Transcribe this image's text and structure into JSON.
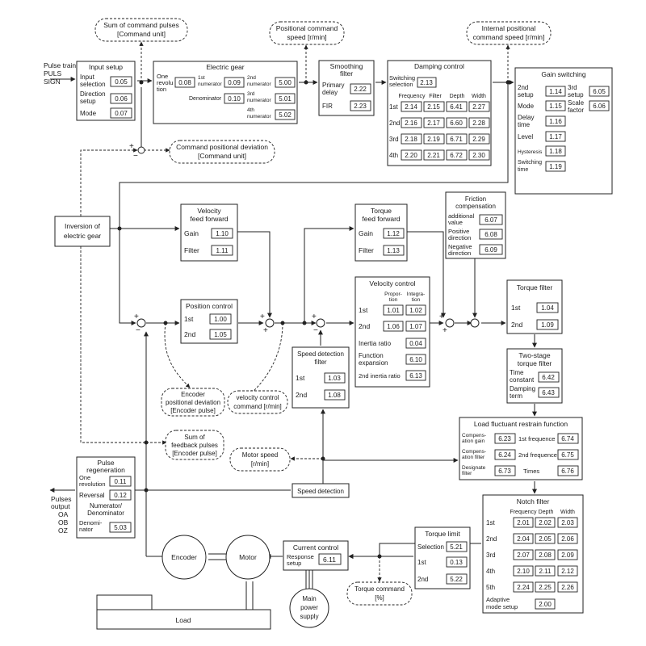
{
  "labels": {
    "pulse_train": "Pulse train",
    "puls": "PULS",
    "sign": "SIGN",
    "sum_cmd_pulses_1": "Sum of command pulses",
    "sum_cmd_pulses_2": "[Command unit]",
    "pos_cmd_speed_1": "Positional command",
    "pos_cmd_speed_2": "speed [r/min]",
    "int_pos_cmd_speed_1": "Internal positional",
    "int_pos_cmd_speed_2": "command speed [r/min]",
    "cmd_pos_dev_1": "Command positional deviation",
    "cmd_pos_dev_2": "[Command unit]",
    "encoder_pos_dev_1": "Encoder",
    "encoder_pos_dev_2": "positional deviation",
    "encoder_pos_dev_3": "[Encoder pulse]",
    "vel_ctrl_cmd_1": "velocity control",
    "vel_ctrl_cmd_2": "command [r/min]",
    "sum_fb_pulses_1": "Sum of",
    "sum_fb_pulses_2": "feedback pulses",
    "sum_fb_pulses_3": "[Encoder pulse]",
    "motor_speed_1": "Motor speed",
    "motor_speed_2": "[r/min]",
    "torque_cmd_1": "Torque command",
    "torque_cmd_2": "[%]",
    "pulses_output_1": "Pulses",
    "pulses_output_2": "output",
    "oa": "OA",
    "ob": "OB",
    "oz": "OZ",
    "plus": "+",
    "minus": "−"
  },
  "input_setup": {
    "title": "Input setup",
    "input_1": "Input",
    "input_2": "selection",
    "input_val": "0.05",
    "dir_1": "Direction",
    "dir_2": "setup",
    "dir_val": "0.06",
    "mode": "Mode",
    "mode_val": "0.07"
  },
  "electric_gear": {
    "title": "Electric gear",
    "one_rev_1": "One",
    "one_rev_2": "revolu",
    "one_rev_3": "tion",
    "one_rev_val": "0.08",
    "n1_1": "1st",
    "n1_2": "numerator",
    "n1_val": "0.09",
    "n2_1": "2nd",
    "n2_2": "numerator",
    "n2_val": "5.00",
    "denom": "Denominator",
    "denom_val": "0.10",
    "n3_1": "3rd",
    "n3_2": "numerator",
    "n3_val": "5.01",
    "n4_1": "4th",
    "n4_2": "numerator",
    "n4_val": "5.02"
  },
  "smoothing": {
    "title_1": "Smoothing",
    "title_2": "filter",
    "primary_1": "Primary",
    "primary_2": "delay",
    "primary_val": "2.22",
    "fir": "FIR",
    "fir_val": "2.23"
  },
  "damping": {
    "title": "Damping control",
    "switch_1": "Switching",
    "switch_2": "selection",
    "switch_val": "2.13",
    "h_freq": "Frequency",
    "h_filter": "Filter",
    "h_depth": "Depth",
    "h_width": "Width",
    "rows": [
      {
        "label": "1st",
        "v": [
          "2.14",
          "2.15",
          "6.41",
          "2.27"
        ]
      },
      {
        "label": "2nd",
        "v": [
          "2.16",
          "2.17",
          "6.60",
          "2.28"
        ]
      },
      {
        "label": "3rd",
        "v": [
          "2.18",
          "2.19",
          "6.71",
          "2.29"
        ]
      },
      {
        "label": "4th",
        "v": [
          "2.20",
          "2.21",
          "6.72",
          "2.30"
        ]
      }
    ]
  },
  "gain_switching": {
    "title": "Gain switching",
    "s2_1": "2nd",
    "s2_2": "setup",
    "s2_val": "1.14",
    "s3_1": "3rd",
    "s3_2": "setup",
    "s3_val": "6.05",
    "mode": "Mode",
    "mode_val": "1.15",
    "scale_1": "Scale",
    "scale_2": "factor",
    "scale_val": "6.06",
    "delay_1": "Delay",
    "delay_2": "time",
    "delay_val": "1.16",
    "level": "Level",
    "level_val": "1.17",
    "hyst": "Hysteresis",
    "hyst_val": "1.18",
    "swt_1": "Switching",
    "swt_2": "time",
    "swt_val": "1.19"
  },
  "inversion": {
    "l1": "Inversion of",
    "l2": "electric gear"
  },
  "vel_ff": {
    "t1": "Velocity",
    "t2": "feed forward",
    "gain": "Gain",
    "gain_val": "1.10",
    "filter": "Filter",
    "filter_val": "1.11"
  },
  "torque_ff": {
    "t1": "Torque",
    "t2": "feed forward",
    "gain": "Gain",
    "gain_val": "1.12",
    "filter": "Filter",
    "filter_val": "1.13"
  },
  "friction": {
    "t1": "Friction",
    "t2": "compensation",
    "add_1": "additional",
    "add_2": "value",
    "add_val": "6.07",
    "pos_1": "Positive",
    "pos_2": "direction",
    "pos_val": "6.08",
    "neg_1": "Negative",
    "neg_2": "direction",
    "neg_val": "6.09"
  },
  "velocity_control": {
    "title": "Velocity control",
    "prop_1": "Propor-",
    "prop_2": "tion",
    "integ_1": "Integra-",
    "integ_2": "tion",
    "r1": "1st",
    "r1_p": "1.01",
    "r1_i": "1.02",
    "r2": "2nd",
    "r2_p": "1.06",
    "r2_i": "1.07",
    "inertia": "Inertia ratio",
    "inertia_val": "0.04",
    "func_1": "Function",
    "func_2": "expansion",
    "func_val": "6.10",
    "inertia2": "2nd inertia ratio",
    "inertia2_val": "6.13"
  },
  "position_control": {
    "title": "Position control",
    "r1": "1st",
    "r1_val": "1.00",
    "r2": "2nd",
    "r2_val": "1.05"
  },
  "speed_det_filter": {
    "t1": "Speed detection",
    "t2": "filter",
    "r1": "1st",
    "r1_val": "1.03",
    "r2": "2nd",
    "r2_val": "1.08"
  },
  "torque_filter": {
    "title": "Torque filter",
    "r1": "1st",
    "r1_val": "1.04",
    "r2": "2nd",
    "r2_val": "1.09"
  },
  "two_stage": {
    "t1": "Two-stage",
    "t2": "torque filter",
    "tc_1": "Time",
    "tc_2": "constant",
    "tc_val": "6.42",
    "damp_1": "Damping",
    "damp_2": "term",
    "damp_val": "6.43"
  },
  "load_fluct": {
    "title": "Load fluctuant restrain function",
    "cg_1": "Compens-",
    "cg_2": "ation gain",
    "cg_val": "6.23",
    "f1": "1st frequence",
    "f1_val": "6.74",
    "cf_1": "Compens-",
    "cf_2": "ation filter",
    "cf_val": "6.24",
    "f2": "2nd frequence",
    "f2_val": "6.75",
    "df_1": "Designate",
    "df_2": "filter",
    "df_val": "6.73",
    "times": "Times",
    "times_val": "6.76"
  },
  "notch": {
    "title": "Notch filter",
    "h_freq": "Frequency",
    "h_depth": "Depth",
    "h_width": "Width",
    "rows": [
      {
        "label": "1st",
        "v": [
          "2.01",
          "2.02",
          "2.03"
        ]
      },
      {
        "label": "2nd",
        "v": [
          "2.04",
          "2.05",
          "2.06"
        ]
      },
      {
        "label": "3rd",
        "v": [
          "2.07",
          "2.08",
          "2.09"
        ]
      },
      {
        "label": "4th",
        "v": [
          "2.10",
          "2.11",
          "2.12"
        ]
      },
      {
        "label": "5th",
        "v": [
          "2.24",
          "2.25",
          "2.26"
        ]
      }
    ],
    "adapt_1": "Adaptive",
    "adapt_2": "mode setup",
    "adapt_val": "2.00"
  },
  "pulse_regen": {
    "t1": "Pulse",
    "t2": "regeneration",
    "one_1": "One",
    "one_2": "revolution",
    "one_val": "0.11",
    "rev": "Reversal",
    "rev_val": "0.12",
    "nd_1": "Numerator/",
    "nd_2": "Denominator",
    "den_1": "Denomi-",
    "den_2": "nator",
    "den_val": "5.03"
  },
  "speed_detection": "Speed detection",
  "torque_limit": {
    "title": "Torque limit",
    "sel": "Selection",
    "sel_val": "5.21",
    "r1": "1st",
    "r1_val": "0.13",
    "r2": "2nd",
    "r2_val": "5.22"
  },
  "current_control": {
    "title": "Current control",
    "resp_1": "Response",
    "resp_2": "setup",
    "resp_val": "6.11"
  },
  "encoder": "Encoder",
  "motor": "Motor",
  "main_power": {
    "l1": "Main",
    "l2": "power",
    "l3": "supply"
  },
  "load": "Load"
}
